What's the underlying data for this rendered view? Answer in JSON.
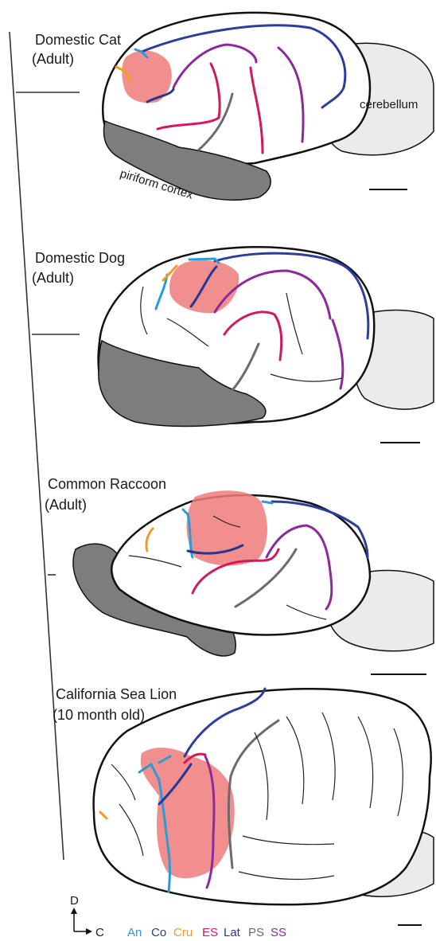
{
  "panels": [
    {
      "title": "Domestic Cat",
      "subtitle": "(Adult)"
    },
    {
      "title": "Domestic Dog",
      "subtitle": "(Adult)"
    },
    {
      "title": "Common Raccoon",
      "subtitle": "(Adult)"
    },
    {
      "title": "California Sea Lion",
      "subtitle": "(10 month old)"
    }
  ],
  "annotations": {
    "cerebellum": "cerebellum",
    "piriform": "piriform cortex"
  },
  "axes": {
    "dorsal": "D",
    "caudal": "C"
  },
  "legend": [
    {
      "label": "An",
      "color": "#2b9bd8"
    },
    {
      "label": "Co",
      "color": "#2e3d9a"
    },
    {
      "label": "Cru",
      "color": "#f29a21"
    },
    {
      "label": "ES",
      "color": "#d1195c"
    },
    {
      "label": "Lat",
      "color": "#283691"
    },
    {
      "label": "PS",
      "color": "#6b6b6b"
    },
    {
      "label": "SS",
      "color": "#8c2a9a"
    }
  ],
  "colors": {
    "brain_fill": "#ffffff",
    "outline": "#111111",
    "cerebellum_fill": "#ebebeb",
    "piriform_fill": "#7d7d7d",
    "highlight": "#ef7b7b"
  }
}
